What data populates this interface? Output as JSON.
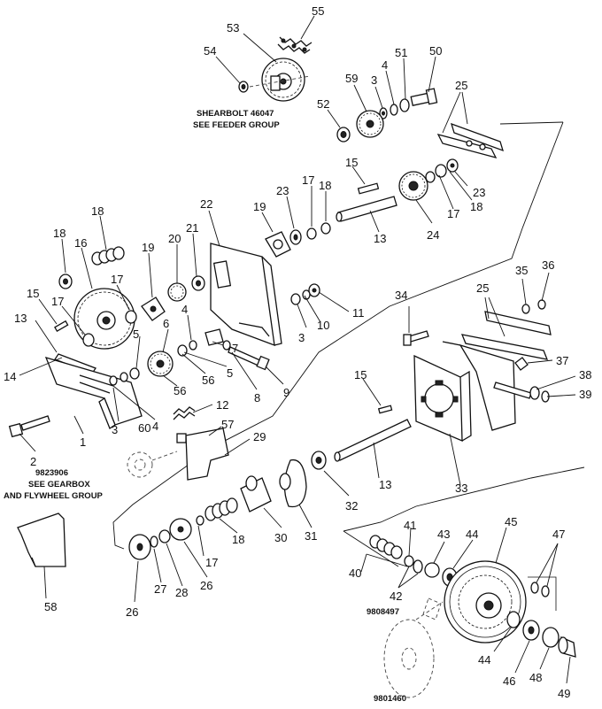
{
  "notes": {
    "shearbolt_line1": "SHEARBOLT 46047",
    "shearbolt_line2": "SEE FEEDER GROUP",
    "gearbox_code": "9823906",
    "gearbox_line1": "SEE GEARBOX",
    "gearbox_line2": "AND FLYWHEEL GROUP",
    "part_9808497": "9808497",
    "part_9801460": "9801460"
  },
  "labels": {
    "l1": "1",
    "l2": "2",
    "l3a": "3",
    "l3b": "3",
    "l3c": "3",
    "l4a": "4",
    "l4b": "4",
    "l4c": "4",
    "l5a": "5",
    "l5b": "5",
    "l6": "6",
    "l7": "7",
    "l8": "8",
    "l9": "9",
    "l10": "10",
    "l11": "11",
    "l12": "12",
    "l13a": "13",
    "l13b": "13",
    "l13c": "13",
    "l14": "14",
    "l15a": "15",
    "l15b": "15",
    "l15c": "15",
    "l16": "16",
    "l17a": "17",
    "l17b": "17",
    "l17c": "17",
    "l17d": "17",
    "l17e": "17",
    "l18a": "18",
    "l18b": "18",
    "l18c": "18",
    "l18d": "18",
    "l18e": "18",
    "l19a": "19",
    "l19b": "19",
    "l20": "20",
    "l21": "21",
    "l22": "22",
    "l23a": "23",
    "l23b": "23",
    "l24": "24",
    "l25a": "25",
    "l25b": "25",
    "l26a": "26",
    "l26b": "26",
    "l27": "27",
    "l28": "28",
    "l29": "29",
    "l30": "30",
    "l31": "31",
    "l32": "32",
    "l33": "33",
    "l34": "34",
    "l35": "35",
    "l36": "36",
    "l37": "37",
    "l38": "38",
    "l39": "39",
    "l40": "40",
    "l41": "41",
    "l42": "42",
    "l43": "43",
    "l44a": "44",
    "l44b": "44",
    "l45": "45",
    "l46": "46",
    "l47": "47",
    "l48": "48",
    "l49": "49",
    "l50": "50",
    "l51": "51",
    "l52": "52",
    "l53": "53",
    "l54": "54",
    "l55": "55",
    "l56a": "56",
    "l56b": "56",
    "l57": "57",
    "l58": "58",
    "l59": "59",
    "l60": "60"
  }
}
